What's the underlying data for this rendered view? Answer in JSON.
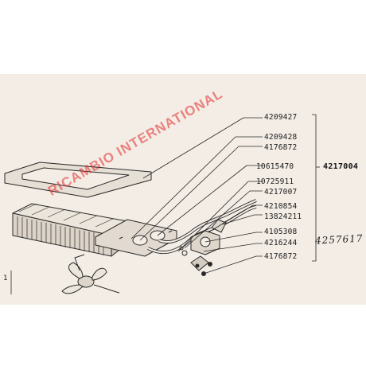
{
  "part_numbers": [
    "4209427",
    "4209428",
    "4176872",
    "10615470",
    "10725911",
    "4217007",
    "4210854",
    "13824211",
    "4105308",
    "4216244",
    "4176872"
  ],
  "assembly_number": "4217004",
  "handwritten_number": "4257617",
  "watermark_text": "RICAMBIO INTERNATIONAL",
  "margin_mark": "1",
  "colors": {
    "paper": "#f3ede6",
    "ink": "#1c1c1c",
    "watermark": "#e02828"
  }
}
